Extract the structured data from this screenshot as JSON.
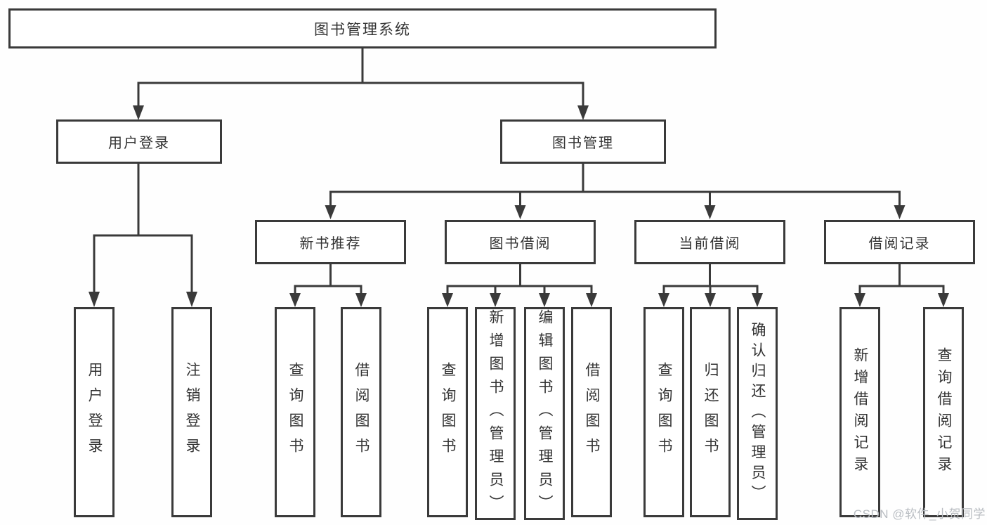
{
  "diagram": {
    "root": {
      "label": "图书管理系统"
    },
    "level2": [
      {
        "label": "用户登录"
      },
      {
        "label": "图书管理"
      }
    ],
    "level3": [
      {
        "label": "新书推荐"
      },
      {
        "label": "图书借阅"
      },
      {
        "label": "当前借阅"
      },
      {
        "label": "借阅记录"
      }
    ],
    "leaves": {
      "user_login": [
        "用户登录",
        "注销登录"
      ],
      "new_book_recommend": [
        "查询图书",
        "借阅图书"
      ],
      "book_borrow": [
        "查询图书",
        "新增图书（管理员）",
        "编辑图书（管理员）",
        "借阅图书"
      ],
      "current_borrow": [
        "查询图书",
        "归还图书",
        "确认归还（管理员）"
      ],
      "borrow_records": [
        "新增借阅记录",
        "查询借阅记录"
      ]
    },
    "colors": {
      "line": "#3a3a3a",
      "text": "#333333",
      "background": "#ffffff",
      "watermark": "#b9bdc2"
    },
    "watermark": "CSDN @软件_小贺同学"
  }
}
